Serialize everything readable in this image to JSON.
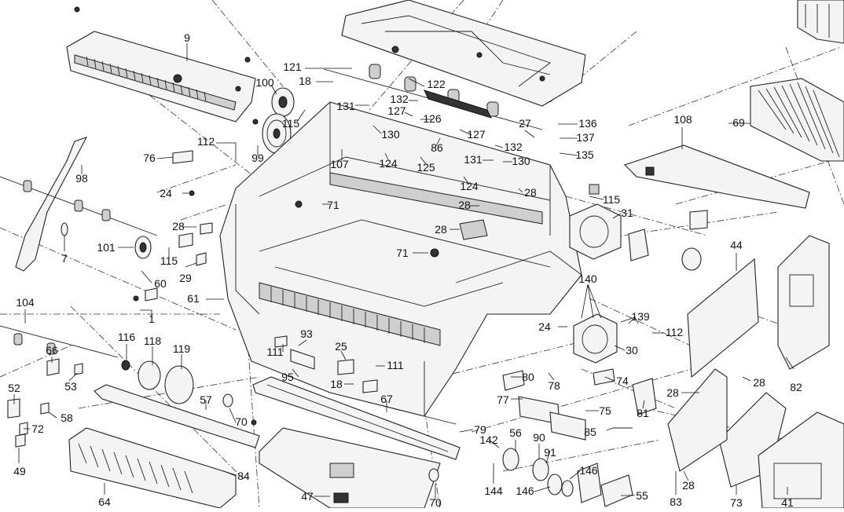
{
  "diagram": {
    "type": "exploded-parts-view",
    "callouts": [
      "1",
      "7",
      "9",
      "18",
      "24",
      "25",
      "27",
      "28",
      "29",
      "30",
      "31",
      "41",
      "44",
      "47",
      "49",
      "52",
      "53",
      "55",
      "56",
      "57",
      "58",
      "60",
      "61",
      "64",
      "66",
      "67",
      "69",
      "70",
      "71",
      "72",
      "73",
      "74",
      "75",
      "76",
      "77",
      "78",
      "79",
      "80",
      "81",
      "82",
      "83",
      "84",
      "85",
      "86",
      "90",
      "91",
      "93",
      "95",
      "98",
      "99",
      "100",
      "101",
      "104",
      "107",
      "108",
      "111",
      "112",
      "115",
      "116",
      "118",
      "119",
      "121",
      "122",
      "124",
      "125",
      "126",
      "127",
      "130",
      "131",
      "132",
      "135",
      "136",
      "137",
      "139",
      "140",
      "142",
      "144",
      "146"
    ]
  },
  "labels": [
    {
      "id": "l9",
      "text": "9"
    },
    {
      "id": "l121",
      "text": "121"
    },
    {
      "id": "l18a",
      "text": "18"
    },
    {
      "id": "l100",
      "text": "100"
    },
    {
      "id": "l122",
      "text": "122"
    },
    {
      "id": "l131a",
      "text": "131"
    },
    {
      "id": "l132a",
      "text": "132"
    },
    {
      "id": "l127a",
      "text": "127"
    },
    {
      "id": "l126",
      "text": "126"
    },
    {
      "id": "l130a",
      "text": "130"
    },
    {
      "id": "l86",
      "text": "86"
    },
    {
      "id": "l127b",
      "text": "127"
    },
    {
      "id": "l27",
      "text": "27"
    },
    {
      "id": "l136",
      "text": "136"
    },
    {
      "id": "l137",
      "text": "137"
    },
    {
      "id": "l132b",
      "text": "132"
    },
    {
      "id": "l135",
      "text": "135"
    },
    {
      "id": "l131b",
      "text": "131"
    },
    {
      "id": "l130b",
      "text": "130"
    },
    {
      "id": "l108",
      "text": "108"
    },
    {
      "id": "l69",
      "text": "69"
    },
    {
      "id": "l115a",
      "text": "115"
    },
    {
      "id": "l112a",
      "text": "112"
    },
    {
      "id": "l99",
      "text": "99"
    },
    {
      "id": "l76",
      "text": "76"
    },
    {
      "id": "l98",
      "text": "98"
    },
    {
      "id": "l107",
      "text": "107"
    },
    {
      "id": "l124a",
      "text": "124"
    },
    {
      "id": "l125",
      "text": "125"
    },
    {
      "id": "l124b",
      "text": "124"
    },
    {
      "id": "l28a",
      "text": "28"
    },
    {
      "id": "l24a",
      "text": "24"
    },
    {
      "id": "l71a",
      "text": "71"
    },
    {
      "id": "l28b",
      "text": "28"
    },
    {
      "id": "l115b",
      "text": "115"
    },
    {
      "id": "l31",
      "text": "31"
    },
    {
      "id": "l28c",
      "text": "28"
    },
    {
      "id": "l28d",
      "text": "28"
    },
    {
      "id": "l7",
      "text": "7"
    },
    {
      "id": "l101",
      "text": "101"
    },
    {
      "id": "l115c",
      "text": "115"
    },
    {
      "id": "l29",
      "text": "29"
    },
    {
      "id": "l71b",
      "text": "71"
    },
    {
      "id": "l60",
      "text": "60"
    },
    {
      "id": "l44",
      "text": "44"
    },
    {
      "id": "l61",
      "text": "61"
    },
    {
      "id": "l140",
      "text": "140"
    },
    {
      "id": "l104",
      "text": "104"
    },
    {
      "id": "l1",
      "text": "1"
    },
    {
      "id": "l139",
      "text": "139"
    },
    {
      "id": "l24b",
      "text": "24"
    },
    {
      "id": "l112b",
      "text": "112"
    },
    {
      "id": "l93",
      "text": "93"
    },
    {
      "id": "l111a",
      "text": "111"
    },
    {
      "id": "l25",
      "text": "25"
    },
    {
      "id": "l30",
      "text": "30"
    },
    {
      "id": "l66",
      "text": "66"
    },
    {
      "id": "l116",
      "text": "116"
    },
    {
      "id": "l118",
      "text": "118"
    },
    {
      "id": "l119",
      "text": "119"
    },
    {
      "id": "l111b",
      "text": "111"
    },
    {
      "id": "l95",
      "text": "95"
    },
    {
      "id": "l80",
      "text": "80"
    },
    {
      "id": "l74",
      "text": "74"
    },
    {
      "id": "l82",
      "text": "82"
    },
    {
      "id": "l53",
      "text": "53"
    },
    {
      "id": "l18b",
      "text": "18"
    },
    {
      "id": "l78",
      "text": "78"
    },
    {
      "id": "l28e",
      "text": "28"
    },
    {
      "id": "l28f",
      "text": "28"
    },
    {
      "id": "l52",
      "text": "52"
    },
    {
      "id": "l57",
      "text": "57"
    },
    {
      "id": "l77",
      "text": "77"
    },
    {
      "id": "l81",
      "text": "81"
    },
    {
      "id": "l58",
      "text": "58"
    },
    {
      "id": "l67",
      "text": "67"
    },
    {
      "id": "l75",
      "text": "75"
    },
    {
      "id": "l72",
      "text": "72"
    },
    {
      "id": "l70a",
      "text": "70"
    },
    {
      "id": "l79",
      "text": "79"
    },
    {
      "id": "l56",
      "text": "56"
    },
    {
      "id": "l85",
      "text": "85"
    },
    {
      "id": "l142",
      "text": "142"
    },
    {
      "id": "l90",
      "text": "90"
    },
    {
      "id": "l91",
      "text": "91"
    },
    {
      "id": "l49",
      "text": "49"
    },
    {
      "id": "l146a",
      "text": "146"
    },
    {
      "id": "l84",
      "text": "84"
    },
    {
      "id": "l144",
      "text": "144"
    },
    {
      "id": "l146b",
      "text": "146"
    },
    {
      "id": "l55",
      "text": "55"
    },
    {
      "id": "l83",
      "text": "83"
    },
    {
      "id": "l28g",
      "text": "28"
    },
    {
      "id": "l47",
      "text": "47"
    },
    {
      "id": "l64",
      "text": "64"
    },
    {
      "id": "l70b",
      "text": "70"
    },
    {
      "id": "l73",
      "text": "73"
    },
    {
      "id": "l41",
      "text": "41"
    }
  ]
}
